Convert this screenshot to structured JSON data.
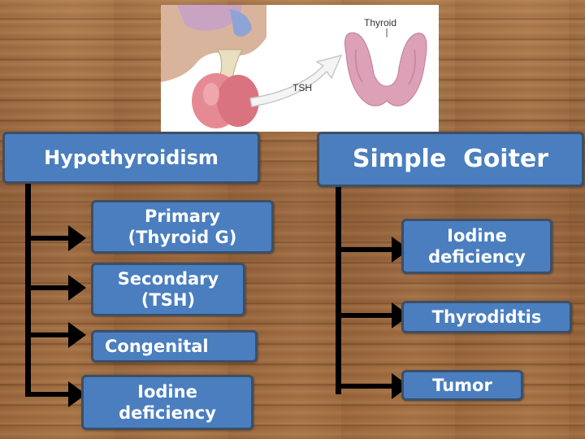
{
  "illustration": {
    "thyroid_label": "Thyroid",
    "tsh_label": "TSH"
  },
  "hypothyroidism": {
    "title": "Hypothyroidism",
    "causes": [
      "Primary\n(Thyroid G)",
      "Secondary\n(TSH)",
      "Congenital",
      "Iodine\ndeficiency"
    ]
  },
  "goiter": {
    "title": "Simple  Goiter",
    "causes": [
      "Iodine\ndeficiency",
      "Thyrodidtis",
      "Tumor"
    ]
  },
  "colors": {
    "box_fill": "#4a7ebf",
    "box_border": "#3d4f66",
    "connector": "#000000"
  }
}
